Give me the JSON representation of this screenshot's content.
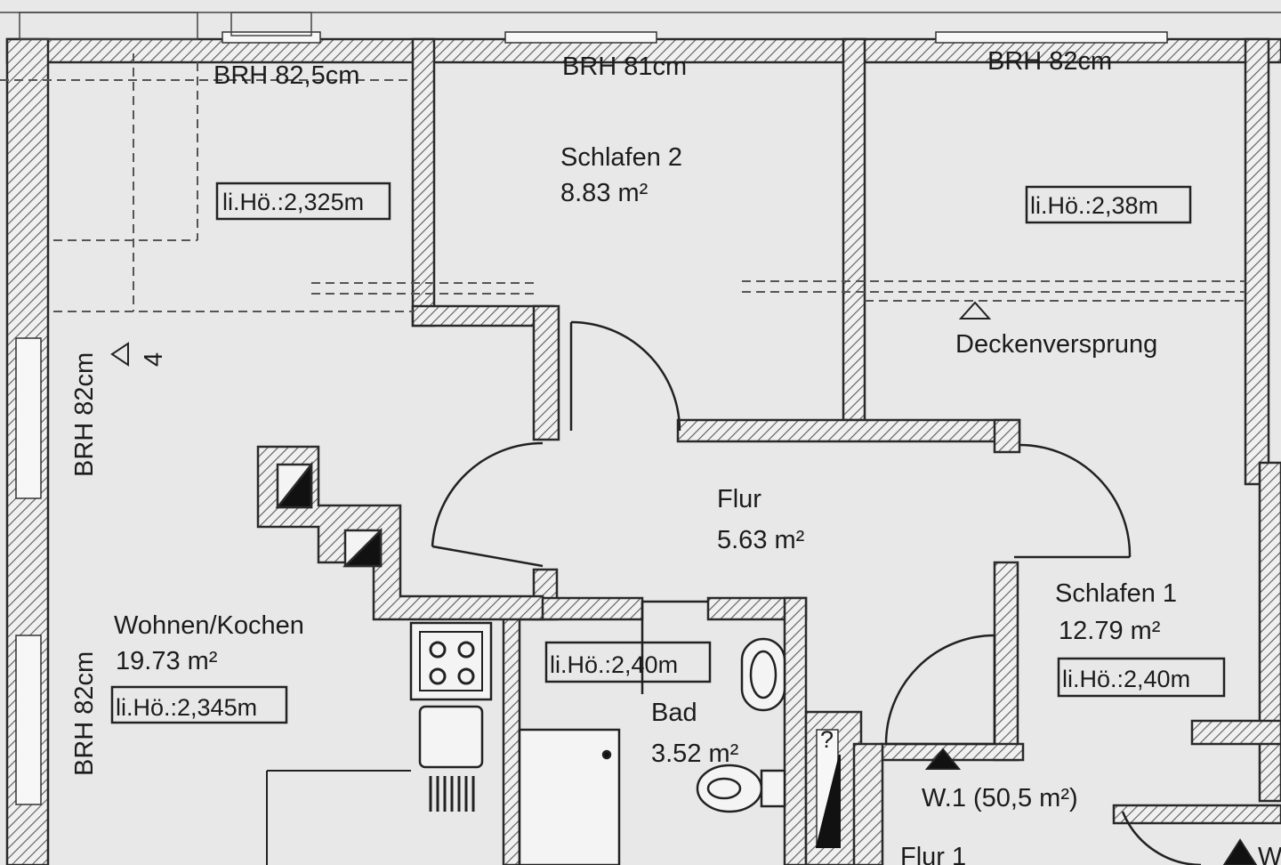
{
  "plan": {
    "brh": {
      "living_top": "BRH 82,5cm",
      "schlafen2": "BRH 81cm",
      "right_top": "BRH 82cm",
      "left_upper": "BRH 82cm",
      "left_lower": "BRH 82cm"
    },
    "rooms": {
      "schlafen2": {
        "name": "Schlafen 2",
        "area": "8.83 m²"
      },
      "flur": {
        "name": "Flur",
        "area": "5.63 m²"
      },
      "schlafen1": {
        "name": "Schlafen 1",
        "area": "12.79 m²",
        "height": "li.Hö.:2,40m"
      },
      "wohnen": {
        "name": "Wohnen/Kochen",
        "area": "19.73 m²",
        "height": "li.Hö.:2,345m"
      },
      "bad": {
        "name": "Bad",
        "area": "3.52 m²",
        "height": "li.Hö.:2,40m"
      }
    },
    "heights": {
      "living_top": "li.Hö.:2,325m",
      "right_top": "li.Hö.:2,38m"
    },
    "labels": {
      "ceiling_step": "Deckenversprung",
      "section_marker": "4",
      "shaft_marker": "?",
      "unit": "W.1 (50,5 m²)",
      "flur1": "Flur 1",
      "w_partial": "W"
    }
  }
}
